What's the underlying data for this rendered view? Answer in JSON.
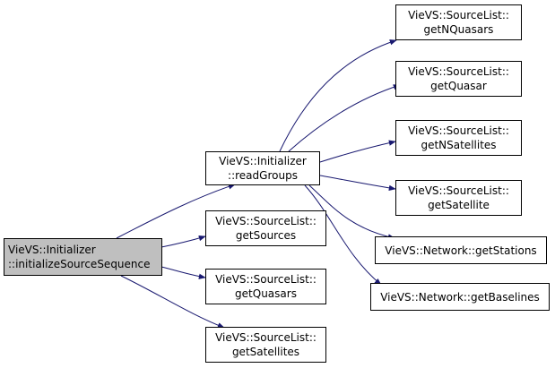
{
  "colors": {
    "edge": "#191970",
    "border": "#000000",
    "root_fill": "#bfbfbf",
    "node_fill": "#ffffff"
  },
  "nodes": {
    "init": {
      "line1": "VieVS::Initializer",
      "line2": "::initializeSourceSequence"
    },
    "readGroups": {
      "line1": "VieVS::Initializer",
      "line2": "::readGroups"
    },
    "getSources": {
      "line1": "VieVS::SourceList::",
      "line2": "getSources"
    },
    "getQuasars": {
      "line1": "VieVS::SourceList::",
      "line2": "getQuasars"
    },
    "getSatellites": {
      "line1": "VieVS::SourceList::",
      "line2": "getSatellites"
    },
    "getNQuasars": {
      "line1": "VieVS::SourceList::",
      "line2": "getNQuasars"
    },
    "getQuasar": {
      "line1": "VieVS::SourceList::",
      "line2": "getQuasar"
    },
    "getNSatellites": {
      "line1": "VieVS::SourceList::",
      "line2": "getNSatellites"
    },
    "getSatellite": {
      "line1": "VieVS::SourceList::",
      "line2": "getSatellite"
    },
    "getStations": {
      "line1": "VieVS::Network::getStations"
    },
    "getBaselines": {
      "line1": "VieVS::Network::getBaselines"
    }
  }
}
